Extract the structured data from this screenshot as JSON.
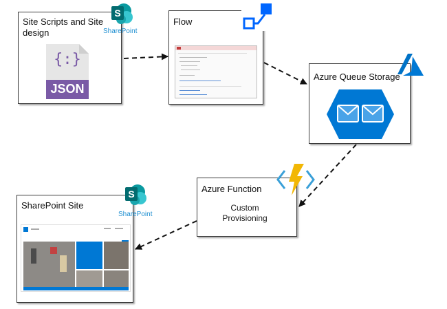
{
  "nodes": {
    "site_scripts": {
      "title": "Site Scripts and Site design",
      "badge_text": "SharePoint",
      "json_label": "JSON",
      "json_symbol": "{:}"
    },
    "flow": {
      "title": "Flow"
    },
    "queue": {
      "title": "Azure Queue Storage"
    },
    "function": {
      "title": "Azure Function",
      "body": "Custom Provisioning"
    },
    "sp_site": {
      "title": "SharePoint Site",
      "badge_text": "SharePoint"
    }
  },
  "colors": {
    "sharepoint": "#0a7d80",
    "sharepoint_text": "#1f8fd1",
    "flow_blue": "#0066ff",
    "azure_blue": "#0072c6",
    "hex_blue": "#0078d4",
    "json_purple": "#7a5aa6",
    "function_yellow": "#f2b705",
    "function_blue": "#3aa0d8"
  },
  "icons": [
    "sharepoint-icon",
    "json-file-icon",
    "flow-icon",
    "azure-icon",
    "queue-storage-icon",
    "azure-function-icon"
  ]
}
